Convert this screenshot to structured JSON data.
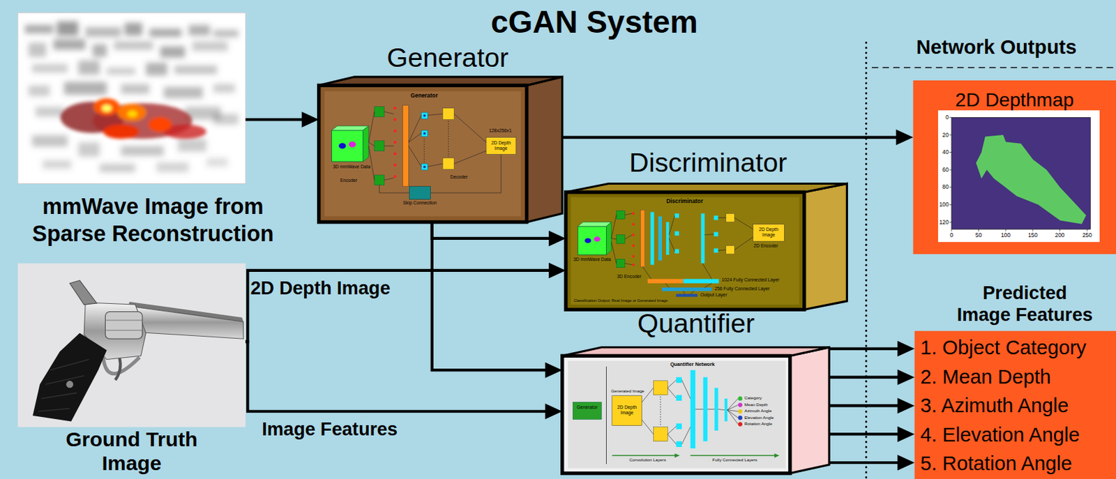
{
  "diagram": {
    "title": "cGAN System",
    "nodes": [
      {
        "text": [
          "mmWave Image from Sparse Reconstruction"
        ]
      },
      {
        "text": [
          "Ground Truth Image"
        ]
      },
      {
        "text": [
          "Generator"
        ]
      },
      {
        "text": [
          "Generator",
          "3D mmWave Data",
          "Encoder",
          "Decoder",
          "Skip Connection",
          "2D Depth Image",
          "128x256x1"
        ],
        "in": 2
      },
      {
        "text": [
          "Discriminator"
        ]
      },
      {
        "text": [
          "Discriminator",
          "3D mmWave Data",
          "3D Encoder",
          "2D Encoder",
          "2D Depth Image",
          "1024 Fully Connected Layer",
          "256 Fully Connected Layer",
          "Output Layer",
          "Classification Output: Real Image or Generated Image"
        ],
        "in": 4
      },
      {
        "text": [
          "Quantifier"
        ]
      },
      {
        "text": [
          "Quantifier Network",
          "Generator",
          "Generated Image",
          "2D Depth Image",
          "Category",
          "Mean Depth",
          "Azimuth Angle",
          "Elevation Angle",
          "Rotation Angle",
          "Convolution Layers",
          "Fully Connected Layers"
        ],
        "in": 6
      },
      {
        "text": [
          "2D Depthmap",
          "0",
          "20",
          "40",
          "60",
          "80",
          "100",
          "120",
          "0",
          "50",
          "100",
          "150",
          "200",
          "250"
        ]
      },
      {
        "text": [
          "Predicted Image Features",
          "1. Object Category",
          "2. Mean Depth",
          "3. Azimuth Angle",
          "4. Elevation Angle",
          "5. Rotation Angle"
        ]
      }
    ],
    "edges": [
      {
        "from": 0,
        "to": 2,
        "arrow": "to"
      },
      {
        "from": 2,
        "to": 8,
        "arrow": "to"
      },
      {
        "from": 2,
        "to": 4,
        "arrow": "to"
      },
      {
        "from": 2,
        "to": 6,
        "arrow": "to"
      },
      {
        "from": 1,
        "to": 4,
        "label": "2D Depth Image",
        "arrow": "to"
      },
      {
        "from": 1,
        "to": 6,
        "label": "Image Features",
        "arrow": "to"
      },
      {
        "from": 6,
        "to": 9,
        "arrow": "to"
      },
      {
        "from": 6,
        "to": 9,
        "arrow": "to"
      },
      {
        "from": 6,
        "to": 9,
        "arrow": "to"
      },
      {
        "from": 6,
        "to": 9,
        "arrow": "to"
      },
      {
        "from": 6,
        "to": 9,
        "arrow": "to"
      }
    ],
    "labels": [
      "Network Outputs"
    ]
  }
}
